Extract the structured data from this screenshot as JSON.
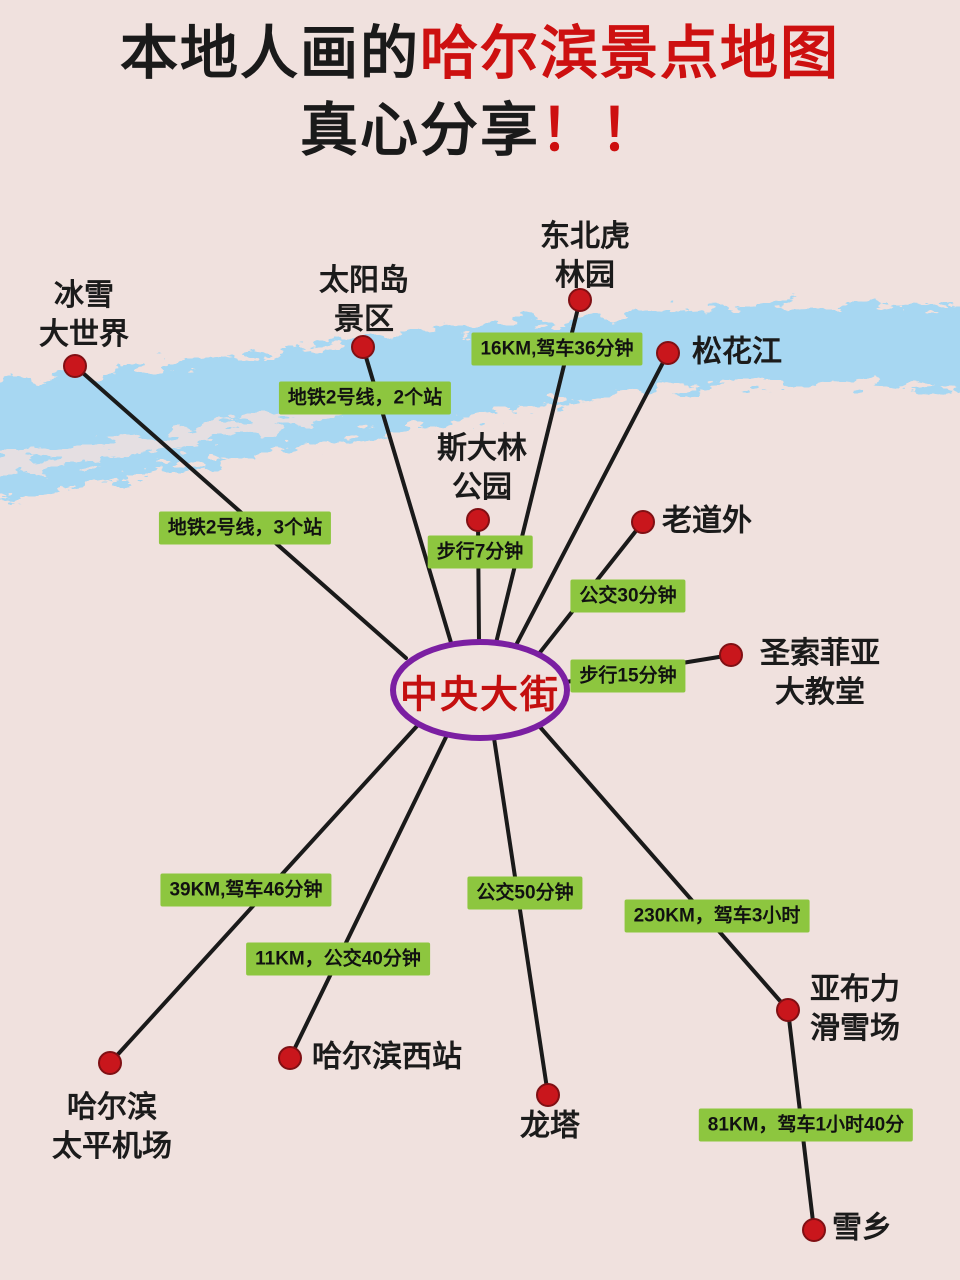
{
  "title": {
    "line1_black": "本地人画的",
    "line1_red": "哈尔滨景点地图",
    "line2_black": "真心分享",
    "line2_red": "！！"
  },
  "center": {
    "label": "中央大街"
  },
  "nodes": {
    "ice_snow_world": {
      "label": "冰雪\n大世界"
    },
    "sun_island": {
      "label": "太阳岛\n景区"
    },
    "tiger_park": {
      "label": "东北虎\n林园"
    },
    "songhua_river": {
      "label": "松花江"
    },
    "stalin_park": {
      "label": "斯大林\n公园"
    },
    "laodaowai": {
      "label": "老道外"
    },
    "sophia_cathedral": {
      "label": "圣索菲亚\n大教堂"
    },
    "taiping_airport": {
      "label": "哈尔滨\n太平机场"
    },
    "harbin_west_station": {
      "label": "哈尔滨西站"
    },
    "dragon_tower": {
      "label": "龙塔"
    },
    "yabuli_ski_resort": {
      "label": "亚布力\n滑雪场"
    },
    "snow_town": {
      "label": "雪乡"
    }
  },
  "routes": {
    "metro2_2stops": {
      "label": "地铁2号线，2个站"
    },
    "drive_16km": {
      "label": "16KM,驾车36分钟"
    },
    "metro2_3stops": {
      "label": "地铁2号线，3个站"
    },
    "walk_7min": {
      "label": "步行7分钟"
    },
    "bus_30min": {
      "label": "公交30分钟"
    },
    "walk_15min": {
      "label": "步行15分钟"
    },
    "drive_39km": {
      "label": "39KM,驾车46分钟"
    },
    "bus_11km": {
      "label": "11KM，公交40分钟"
    },
    "bus_50min": {
      "label": "公交50分钟"
    },
    "drive_230km": {
      "label": "230KM，驾车3小时"
    },
    "drive_81km": {
      "label": "81KM，驾车1小时40分"
    }
  },
  "colors": {
    "background": "#f0e1de",
    "title_red": "#cd1010",
    "node_dot_red": "#c9161c",
    "badge_green": "#8dc63f",
    "ellipse_purple": "#7b1fa2",
    "river_blue": "#a3d6f2",
    "line_black": "#1a1a1a"
  }
}
